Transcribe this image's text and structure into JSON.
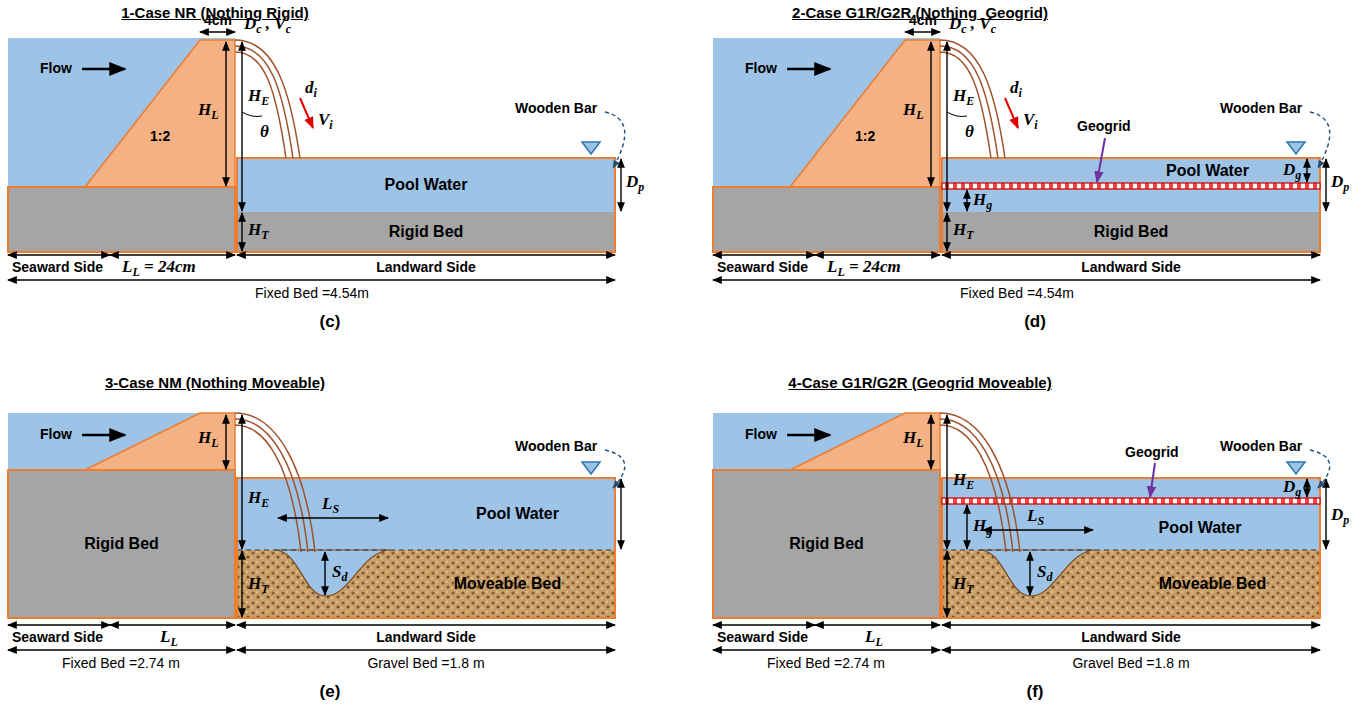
{
  "diagram": {
    "nodes": [
      {
        "text": [
          "Pool Water"
        ]
      },
      {
        "text": [
          "Rigid Bed"
        ]
      },
      {
        "text": [
          "Pool Water"
        ]
      },
      {
        "text": [
          "Rigid Bed"
        ]
      },
      {
        "text": [
          "Rigid Bed"
        ]
      },
      {
        "text": [
          "Pool Water"
        ]
      },
      {
        "text": [
          "Moveable Bed"
        ]
      },
      {
        "text": [
          "Rigid Bed"
        ]
      },
      {
        "text": [
          "Pool Water"
        ]
      },
      {
        "text": [
          "Moveable Bed"
        ]
      }
    ],
    "labels": [
      "1-Case NR (Nothing Rigid)",
      "4cm",
      "Dc , Vc",
      "Flow",
      "1:2",
      "HL",
      "HE",
      "θ",
      "di",
      "Vi",
      "Wooden Bar",
      "Dp",
      "HT",
      "Seaward Side",
      "LL = 24cm",
      "Landward Side",
      "Fixed Bed =4.54m",
      "(c)",
      "2-Case G1R/G2R (Nothing  Geogrid)",
      "4cm",
      "Dc , Vc",
      "Flow",
      "1:2",
      "HL",
      "HE",
      "θ",
      "di",
      "Vi",
      "Geogrid",
      "Wooden Bar",
      "Dg",
      "Dp",
      "Hg",
      "HT",
      "Seaward Side",
      "LL = 24cm",
      "Landward Side",
      "Fixed Bed =4.54m",
      "(d)",
      "3-Case NM (Nothing Moveable)",
      "Flow",
      "HL",
      "HE",
      "Wooden Bar",
      "LS",
      "Sd",
      "HT",
      "Seaward Side",
      "LL",
      "Landward Side",
      "Fixed Bed =2.74 m",
      "Gravel Bed =1.8 m",
      "(e)",
      "4-Case G1R/G2R (Geogrid Moveable)",
      "Flow",
      "HL",
      "HE",
      "Geogrid",
      "Wooden Bar",
      "Dg",
      "Dp",
      "Hg",
      "LS",
      "Sd",
      "HT",
      "Seaward Side",
      "LL",
      "Landward Side",
      "Fixed Bed =2.74 m",
      "Gravel Bed =1.8 m",
      "(f)"
    ]
  }
}
